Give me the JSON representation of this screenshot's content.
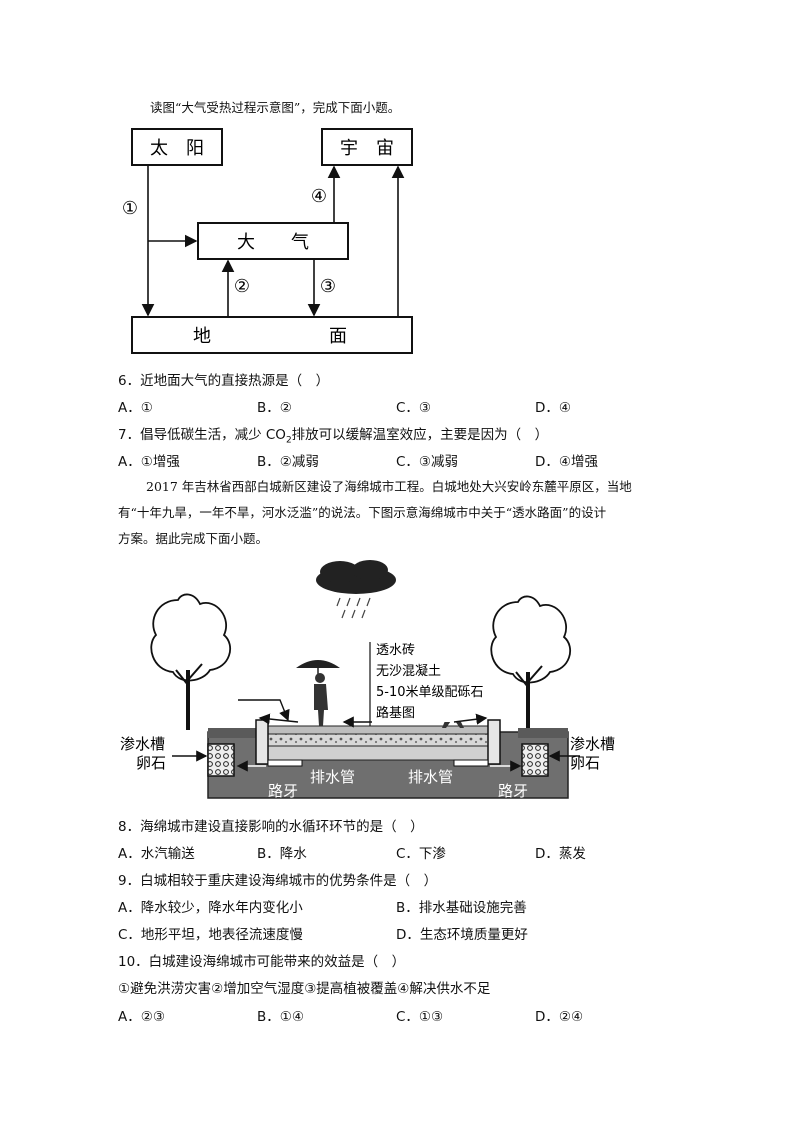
{
  "intro1": "读图“大气受热过程示意图”，完成下面小题。",
  "diagram1": {
    "sun": "太　阳",
    "space": "宇　宙",
    "atmosphere": "大　　气",
    "ground_left": "地",
    "ground_right": "面",
    "arrow1": "①",
    "arrow2": "②",
    "arrow3": "③",
    "arrow4": "④"
  },
  "q6": {
    "stem": "6．近地面大气的直接热源是（　）",
    "options": [
      "A．①",
      "B．②",
      "C．③",
      "D．④"
    ]
  },
  "q7": {
    "stem_pre": "7．倡导低碳生活，减少 CO",
    "stem_sub": "2",
    "stem_post": "排放可以缓解温室效应，主要是因为（　）",
    "options": [
      "A．①增强",
      "B．②减弱",
      "C．③减弱",
      "D．④增强"
    ]
  },
  "para2": {
    "line1": "2017 年吉林省西部白城新区建设了海绵城市工程。白城地处大兴安岭东麓平原区，当地",
    "line2": "有“十年九旱，一年不旱，河水泛滥”的说法。下图示意海绵城市中关于“透水路面”的设计",
    "line3": "方案。据此完成下面小题。"
  },
  "diagram2": {
    "layer1": "透水砖",
    "layer2": "无沙混凝土",
    "layer3": "5-10米单级配砾石",
    "layer4": "路基图",
    "left_groove": "渗水槽",
    "left_pebble": "卵石",
    "right_groove": "渗水槽",
    "right_pebble": "卵石",
    "pipe_left": "排水管",
    "pipe_right": "排水管",
    "curb_left": "路牙",
    "curb_right": "路牙"
  },
  "q8": {
    "stem": "8．海绵城市建设直接影响的水循环环节的是（　）",
    "options": [
      "A．水汽输送",
      "B．降水",
      "C．下渗",
      "D．蒸发"
    ]
  },
  "q9": {
    "stem": "9．白城相较于重庆建设海绵城市的优势条件是（　）",
    "options": [
      "A．降水较少，降水年内变化小",
      "B．排水基础设施完善",
      "C．地形平坦，地表径流速度慢",
      "D．生态环境质量更好"
    ]
  },
  "q10": {
    "stem": "10．白城建设海绵城市可能带来的效益是（　）",
    "statements": "①避免洪涝灾害②增加空气湿度③提高植被覆盖④解决供水不足",
    "options": [
      "A．②③",
      "B．①④",
      "C．①③",
      "D．②④"
    ]
  }
}
